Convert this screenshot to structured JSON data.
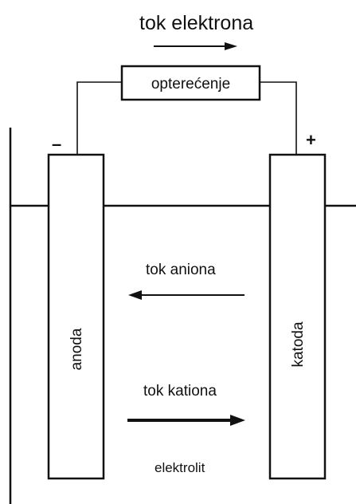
{
  "title": "tok elektrona",
  "load": "opterećenje",
  "anode_sign": "–",
  "cathode_sign": "+",
  "anode": "anoda",
  "cathode": "katoda",
  "anion_flow": "tok aniona",
  "cation_flow": "tok kationa",
  "electrolyte": "elektrolit"
}
